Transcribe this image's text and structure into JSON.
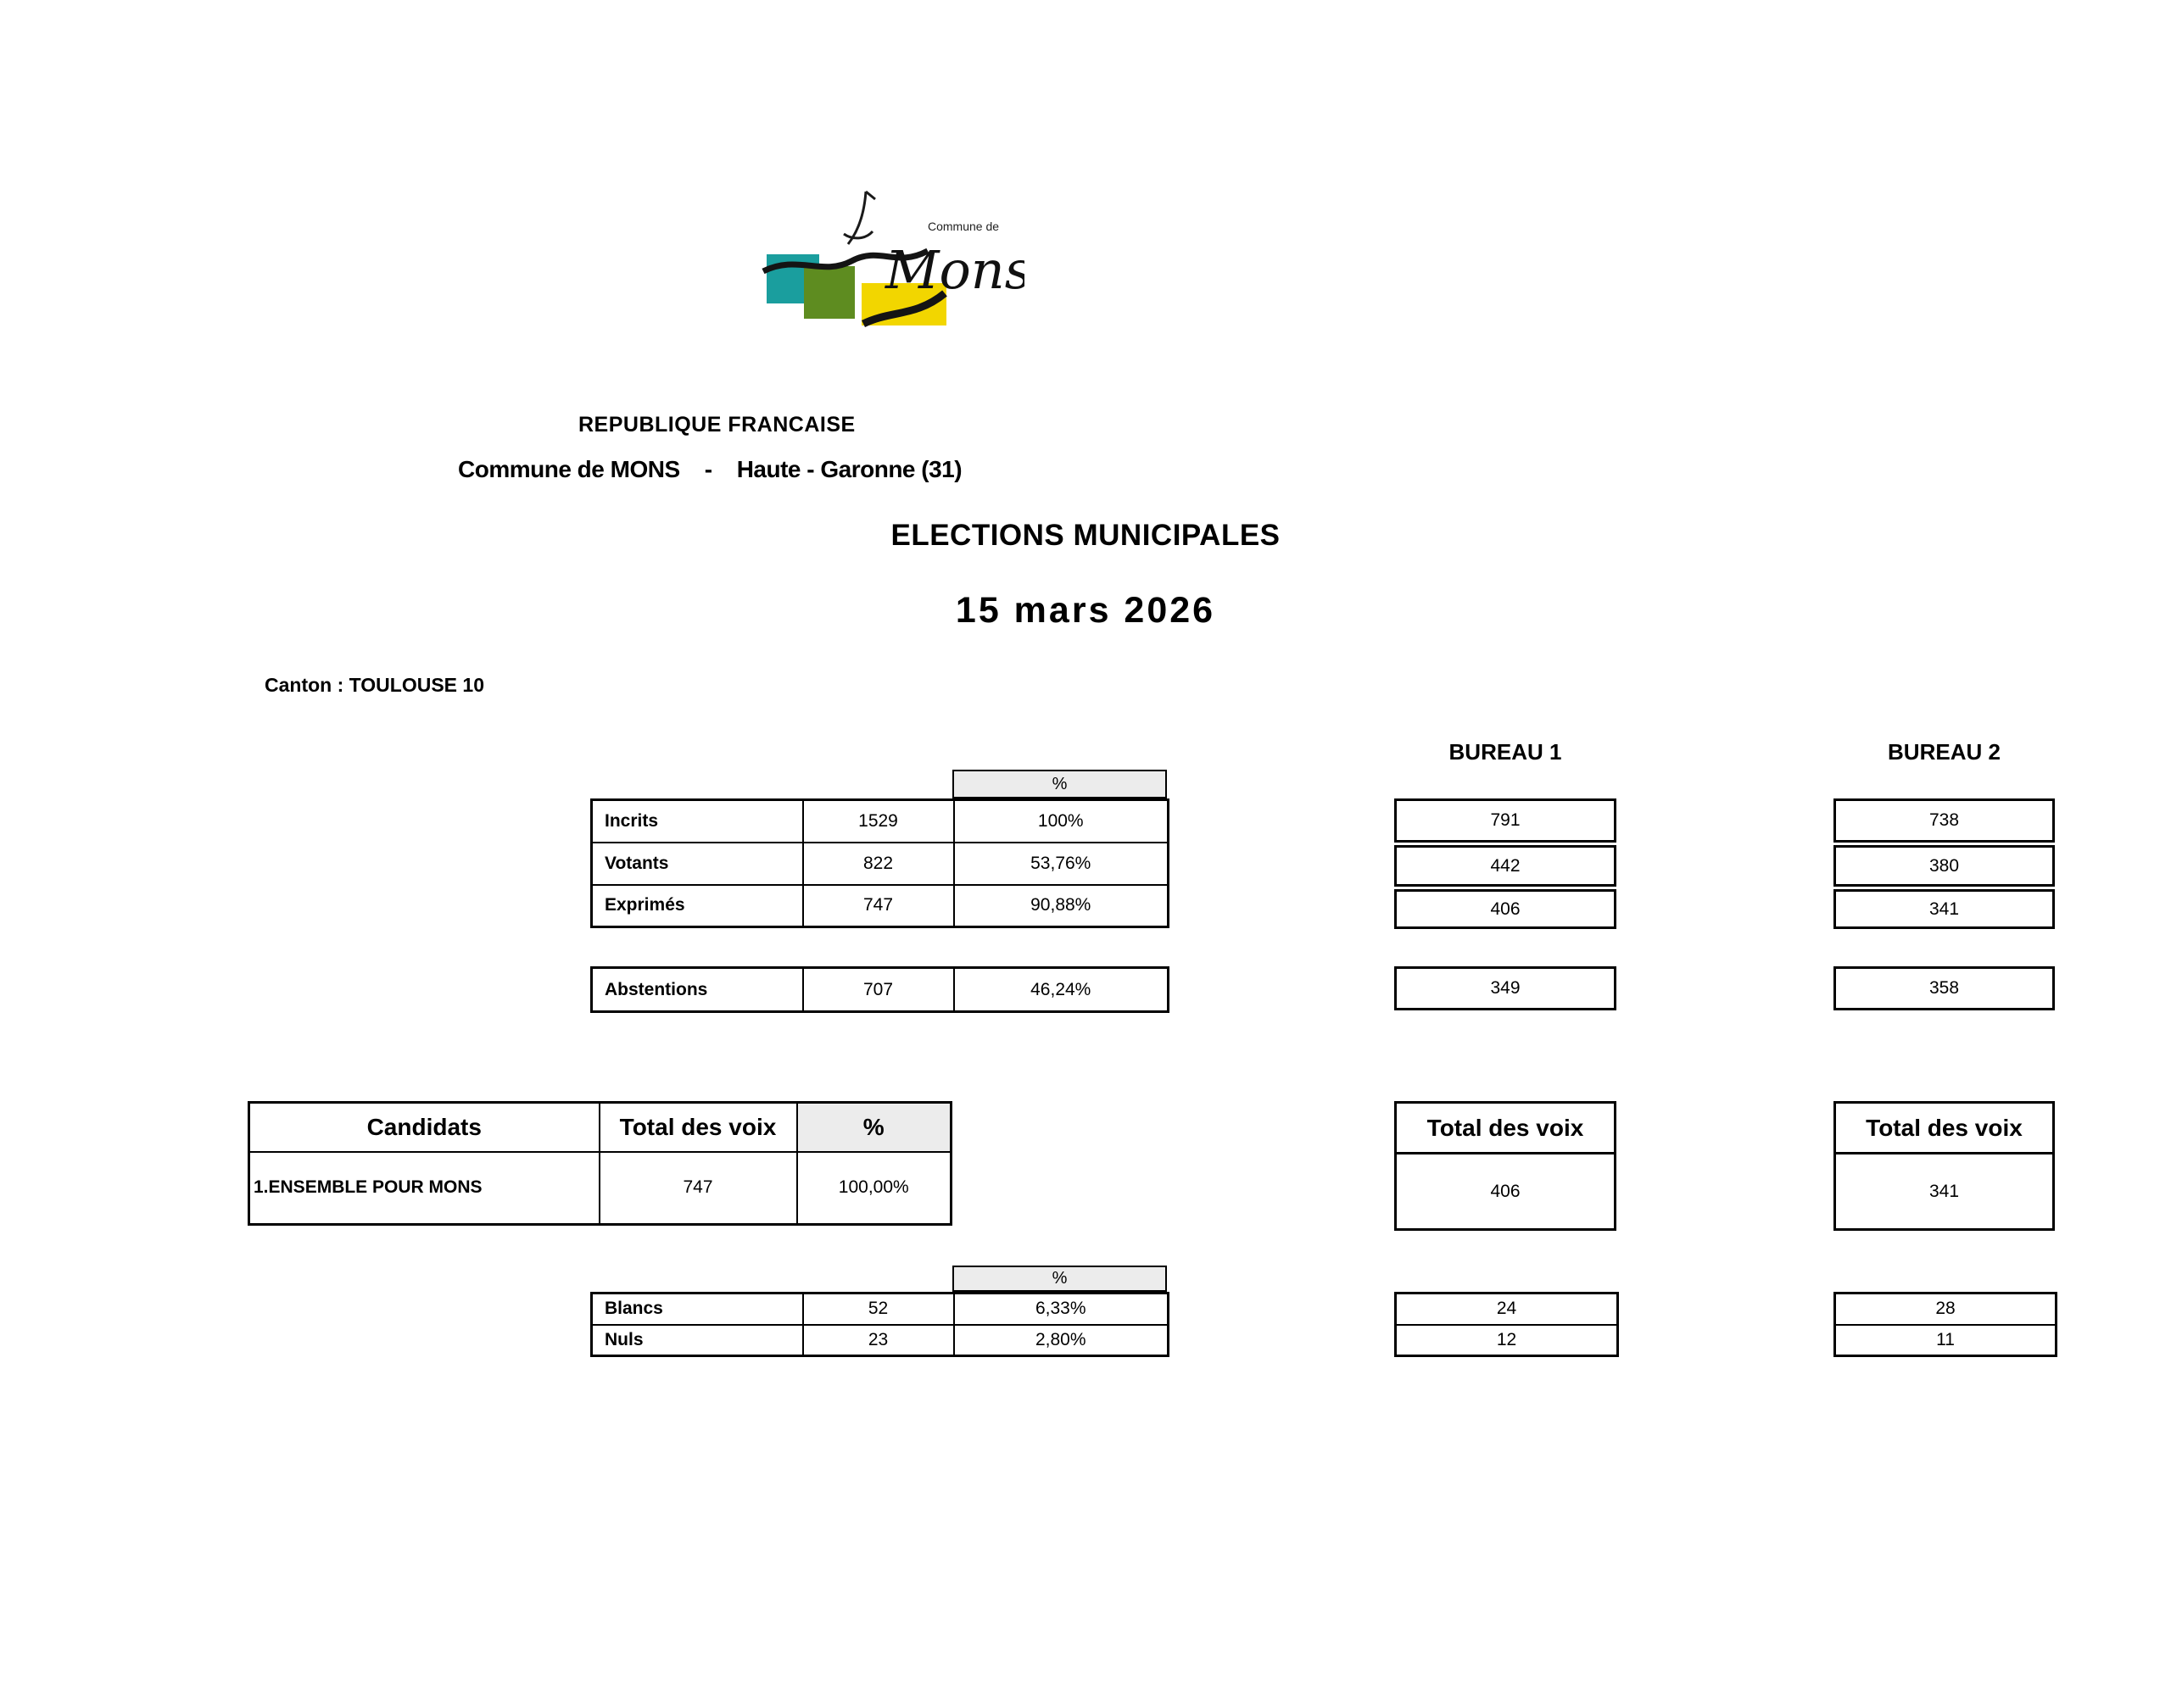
{
  "logo": {
    "commune_label": "Commune de",
    "name": "Mons"
  },
  "header": {
    "republic": "REPUBLIQUE FRANCAISE",
    "commune_line": "Commune de MONS    -    Haute - Garonne (31)",
    "title": "ELECTIONS MUNICIPALES",
    "date": "15 mars 2026",
    "canton": "Canton : TOULOUSE 10"
  },
  "bureau1": {
    "label": "BUREAU 1",
    "total_header": "Total des voix"
  },
  "bureau2": {
    "label": "BUREAU 2",
    "total_header": "Total des voix"
  },
  "stats": {
    "percent_header": "%",
    "rows": [
      {
        "label": "Incrits",
        "total": "1529",
        "percent": "100%",
        "bureau1": "791",
        "bureau2": "738"
      },
      {
        "label": "Votants",
        "total": "822",
        "percent": "53,76%",
        "bureau1": "442",
        "bureau2": "380"
      },
      {
        "label": "Exprimés",
        "total": "747",
        "percent": "90,88%",
        "bureau1": "406",
        "bureau2": "341"
      }
    ],
    "abstentions": {
      "label": "Abstentions",
      "total": "707",
      "percent": "46,24%",
      "bureau1": "349",
      "bureau2": "358"
    }
  },
  "candidates": {
    "header_candidats": "Candidats",
    "header_total": "Total des voix",
    "header_percent": "%",
    "rows": [
      {
        "name": "1.ENSEMBLE POUR MONS",
        "total": "747",
        "percent": "100,00%",
        "bureau1": "406",
        "bureau2": "341"
      }
    ]
  },
  "invalid": {
    "percent_header": "%",
    "rows": [
      {
        "label": "Blancs",
        "total": "52",
        "percent": "6,33%",
        "bureau1": "24",
        "bureau2": "28"
      },
      {
        "label": "Nuls",
        "total": "23",
        "percent": "2,80%",
        "bureau1": "12",
        "bureau2": "11"
      }
    ]
  }
}
